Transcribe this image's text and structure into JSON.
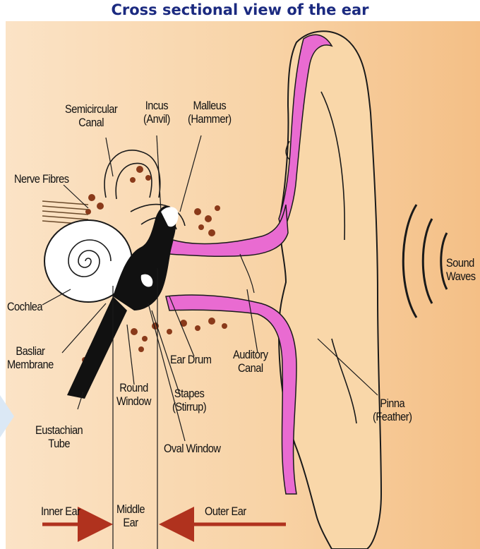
{
  "title": "Cross sectional view of the ear",
  "labels": {
    "semicircular_canal": [
      "Semicircular",
      "Canal"
    ],
    "incus": [
      "Incus",
      "(Anvil)"
    ],
    "malleus": [
      "Malleus",
      "(Hammer)"
    ],
    "nerve_fibres": "Nerve Fibres",
    "cochlea": "Cochlea",
    "basilar_membrane": [
      "Basliar",
      "Membrane"
    ],
    "eustachian_tube": [
      "Eustachian",
      "Tube"
    ],
    "round_window": [
      "Round",
      "Window"
    ],
    "stapes": [
      "Stapes",
      "(Stirrup)"
    ],
    "oval_window": "Oval Window",
    "ear_drum": "Ear Drum",
    "auditory_canal": [
      "Auditory",
      "Canal"
    ],
    "pinna": [
      "Pinna",
      "(Feather)"
    ],
    "sound_waves": [
      "Sound",
      "Waves"
    ]
  },
  "sections": {
    "inner_ear": "Inner Ear",
    "middle_ear": [
      "Middle",
      "Ear"
    ],
    "outer_ear": "Outer Ear"
  },
  "colors": {
    "background_light": "#ffffff",
    "background_warm": "#f6c994",
    "skin": "#f9d7a9",
    "pink": "#e96bd1",
    "bone": "#8a3a1a",
    "title": "#1b2a80",
    "arrow": "#b0321e"
  }
}
